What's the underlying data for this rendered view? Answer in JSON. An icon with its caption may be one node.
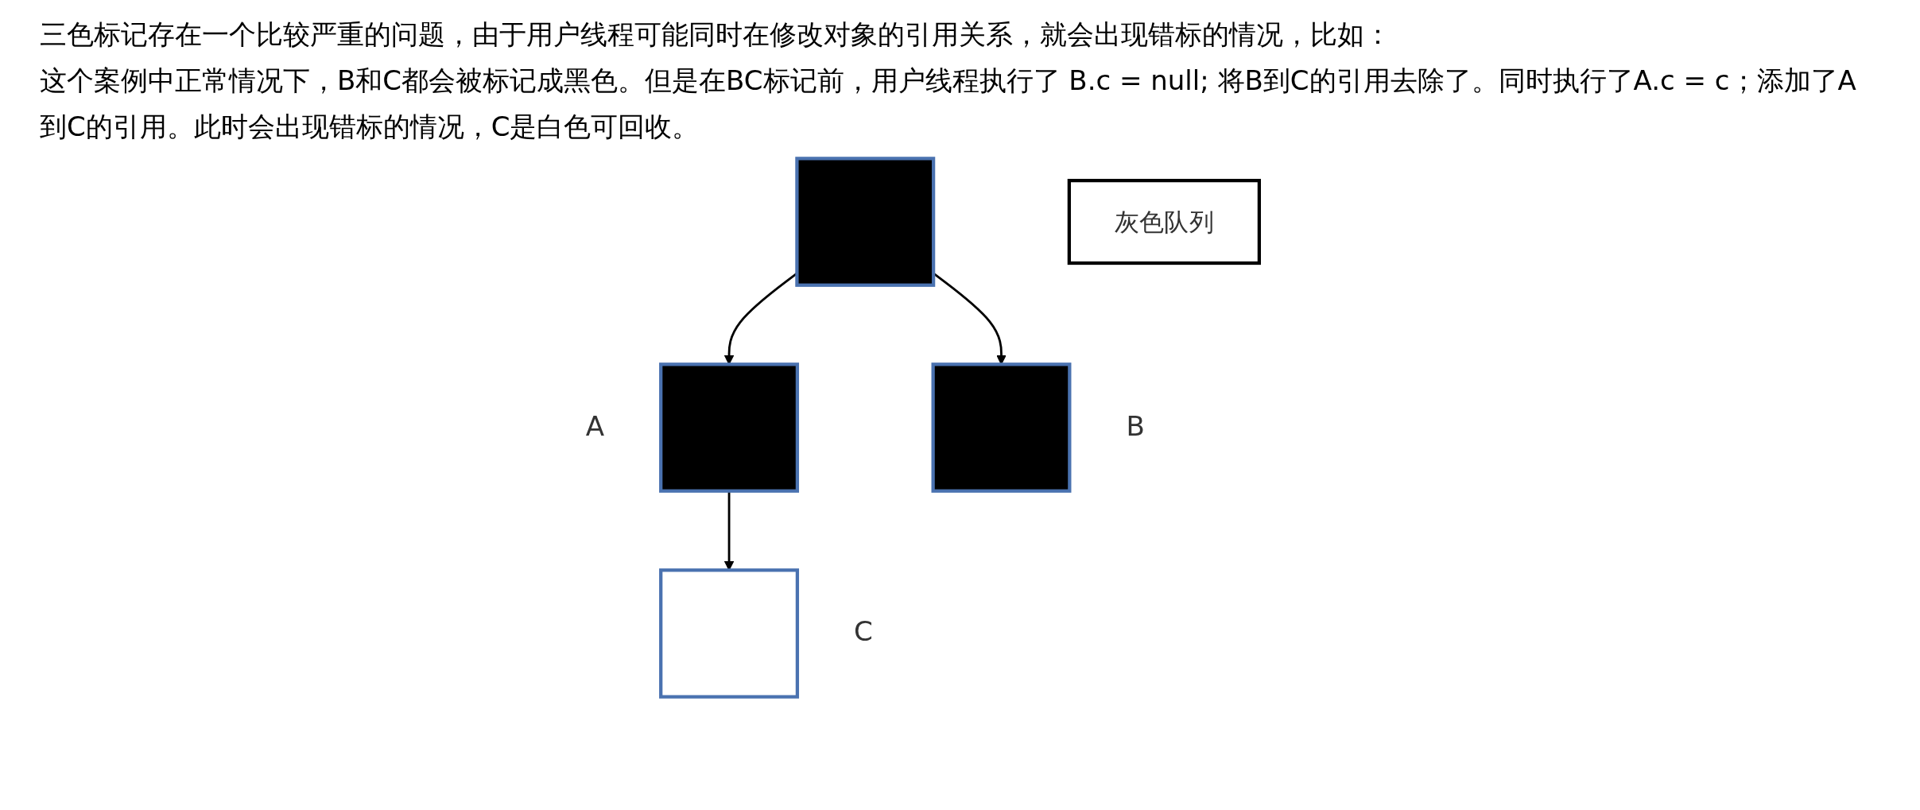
{
  "diagram": {
    "nodes": [
      {
        "text": [],
        "shape": "box"
      },
      {
        "text": [],
        "shape": "box",
        "beside": [
          "A"
        ]
      },
      {
        "text": [],
        "shape": "box",
        "beside": [
          "B"
        ]
      },
      {
        "text": [],
        "shape": "box",
        "beside": [
          "C"
        ]
      },
      {
        "text": [
          "灰色队列"
        ]
      }
    ],
    "edges": [
      {
        "from": 0,
        "to": 1,
        "arrow": "to"
      },
      {
        "from": 0,
        "to": 2,
        "arrow": "to"
      },
      {
        "from": 1,
        "to": 3,
        "arrow": "to"
      }
    ],
    "labels": [
      "三色标记存在一个比较严重的问题，由于用户线程可能同时在修改对象的引用关系，就会出现错标的情况，比如：",
      "这个案例中正常情况下，B和C都会被标记成黑色。但是在BC标记前，用户线程执行了 B.c = null; 将B到C的引用去除了。同时执行了A.c = c；添加了A到C的引用。此时会出现错标的情况，C是白色可回收。"
    ]
  }
}
